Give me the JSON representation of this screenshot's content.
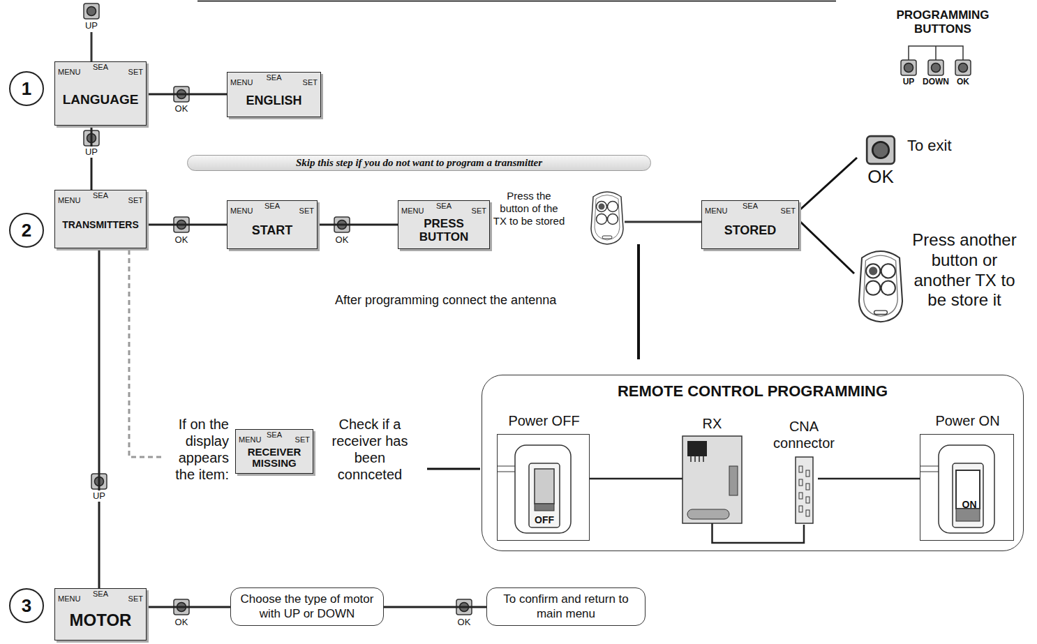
{
  "diagram": {
    "nodes": [
      {
        "text": [
          "1"
        ]
      },
      {
        "text": [
          "MENU",
          "SEA",
          "SET",
          "LANGUAGE"
        ]
      },
      {
        "text": [
          "MENU",
          "SEA",
          "SET",
          "ENGLISH"
        ]
      },
      {
        "text": [
          "Skip this step if you do not want to program a transmitter"
        ]
      },
      {
        "text": [
          "2"
        ]
      },
      {
        "text": [
          "MENU",
          "SEA",
          "SET",
          "TRANSMITTERS"
        ]
      },
      {
        "text": [
          "MENU",
          "SEA",
          "SET",
          "START"
        ]
      },
      {
        "text": [
          "MENU",
          "SEA",
          "SET",
          "PRESS BUTTON"
        ]
      },
      {
        "text": [
          "MENU",
          "SEA",
          "SET",
          "STORED"
        ]
      },
      {
        "text": [
          "MENU",
          "SEA",
          "SET",
          "RECEIVER MISSING"
        ]
      },
      {
        "text": [
          "REMOTE CONTROL PROGRAMMING"
        ]
      },
      {
        "text": [
          "Power OFF",
          "OFF"
        ],
        "in": 10
      },
      {
        "text": [
          "RX"
        ],
        "in": 10
      },
      {
        "text": [
          "CNA connector"
        ],
        "in": 10
      },
      {
        "text": [
          "Power ON",
          "ON"
        ],
        "in": 10
      },
      {
        "text": [
          "3"
        ]
      },
      {
        "text": [
          "MENU",
          "SEA",
          "SET",
          "MOTOR"
        ]
      },
      {
        "text": [
          "Choose the type of motor with UP or DOWN"
        ]
      },
      {
        "text": [
          "To confirm and return to main menu"
        ]
      }
    ],
    "edges": [
      {
        "from": 1,
        "to": 2,
        "arrow": "none"
      },
      {
        "from": 1,
        "to": 5,
        "arrow": "none"
      },
      {
        "from": 5,
        "to": 6,
        "arrow": "none"
      },
      {
        "from": 6,
        "to": 7,
        "arrow": "none"
      },
      {
        "from": 5,
        "to": 16,
        "arrow": "none"
      },
      {
        "from": 11,
        "to": 12,
        "arrow": "none"
      },
      {
        "from": 12,
        "to": 13,
        "arrow": "none"
      },
      {
        "from": 13,
        "to": 14,
        "arrow": "none"
      },
      {
        "from": 16,
        "to": 17,
        "arrow": "none"
      },
      {
        "from": 17,
        "to": 18,
        "arrow": "none"
      }
    ],
    "labels": [
      "UP",
      "OK",
      "UP",
      "OK",
      "OK",
      "Press the button of the TX to be stored",
      "To exit",
      "OK",
      "Press another button or another TX to be store it",
      "After programming connect the antenna",
      "If on the display appears the item:",
      "Check if a receiver has been connceted",
      "UP",
      "OK",
      "OK",
      "PROGRAMMING BUTTONS",
      "UP",
      "DOWN",
      "OK"
    ]
  }
}
